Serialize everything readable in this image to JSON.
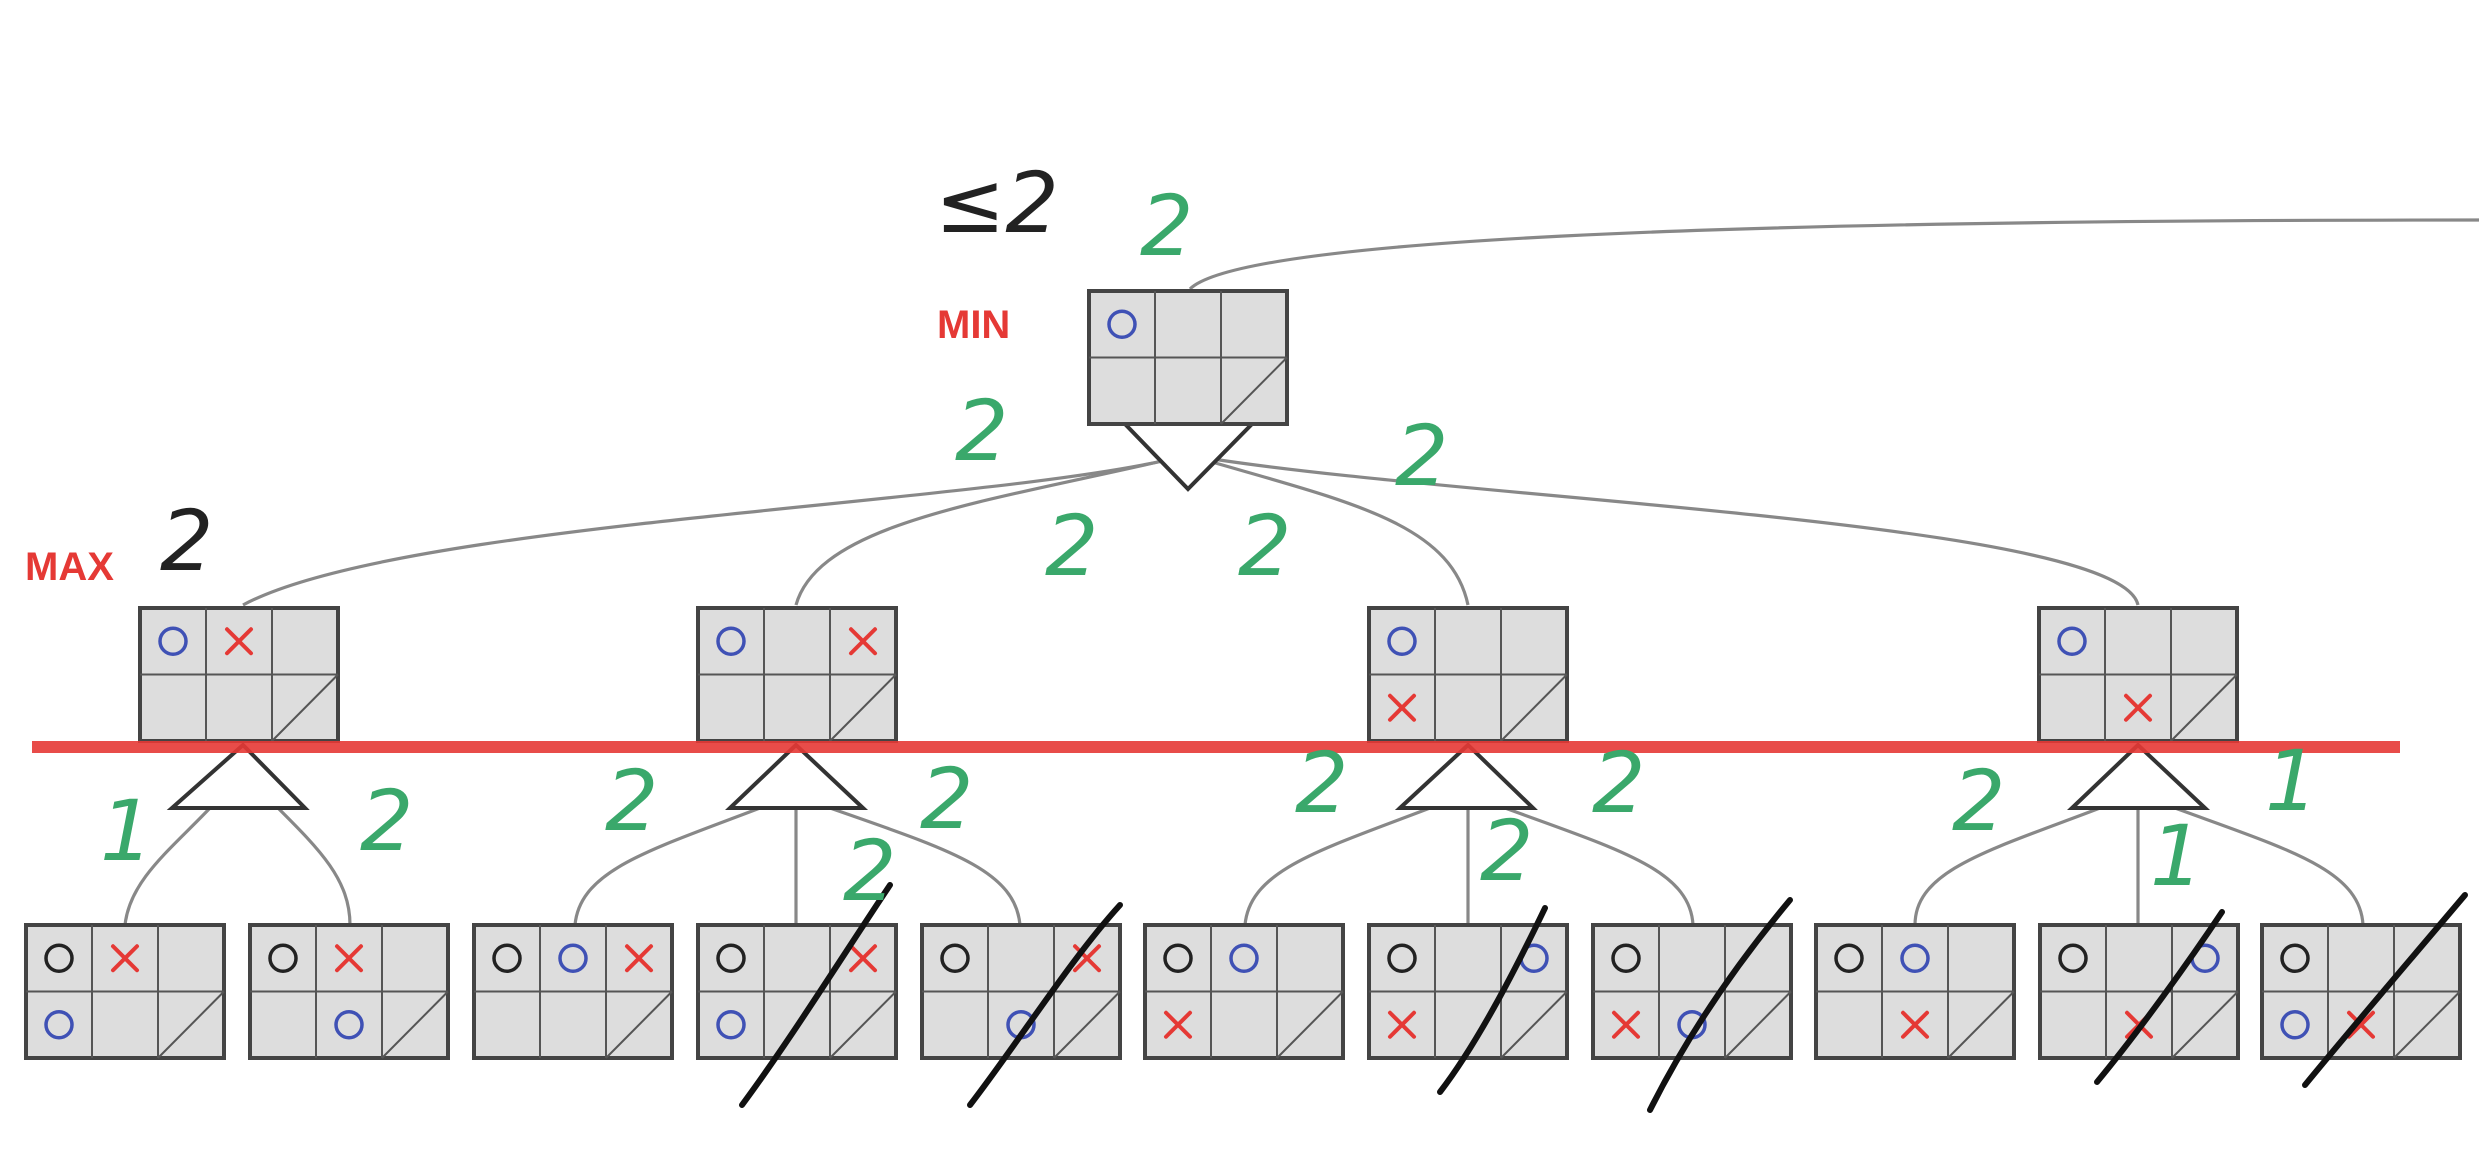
{
  "labels": {
    "min": "MIN",
    "max": "MAX",
    "root_bound": "≤2",
    "root_value": "2",
    "max_value": "2"
  },
  "edge_values": {
    "root_to_c1": "2",
    "root_to_c2": "2",
    "root_to_c3": "2",
    "root_to_c4": "2",
    "c1_to_l1": "1",
    "c1_to_l2": "2",
    "c2_to_l3": "2",
    "c2_to_l4": "2",
    "c2_to_l5": "2",
    "c3_to_l6": "2",
    "c3_to_l7": "2",
    "c3_to_l8": "2",
    "c4_to_l9": "2",
    "c4_to_l10": "1",
    "c4_to_l11": "1"
  },
  "colors": {
    "min_max_label": "#e53935",
    "edge_value": "#3aa86b",
    "o_root_player": "#3f51b5",
    "o_other": "#222222",
    "x_mark": "#e53935",
    "cut_line": "#e53935",
    "board_fill": "#dddddd"
  },
  "boards": {
    "root": [
      [
        "blue-o",
        "",
        ""
      ],
      [
        "",
        "",
        ""
      ]
    ],
    "level1": [
      [
        [
          "blue-o",
          "red-x",
          ""
        ],
        [
          "",
          "",
          ""
        ]
      ],
      [
        [
          "blue-o",
          "",
          "red-x"
        ],
        [
          "",
          "",
          ""
        ]
      ],
      [
        [
          "blue-o",
          "",
          ""
        ],
        [
          "red-x",
          "",
          ""
        ]
      ],
      [
        [
          "blue-o",
          "",
          ""
        ],
        [
          "",
          "red-x",
          ""
        ]
      ]
    ],
    "level2": [
      [
        [
          "black-o",
          "red-x",
          ""
        ],
        [
          "blue-o",
          "",
          ""
        ]
      ],
      [
        [
          "black-o",
          "red-x",
          ""
        ],
        [
          "",
          "blue-o",
          ""
        ]
      ],
      [
        [
          "black-o",
          "blue-o",
          "red-x"
        ],
        [
          "",
          "",
          ""
        ]
      ],
      [
        [
          "black-o",
          "",
          "red-x"
        ],
        [
          "blue-o",
          "",
          ""
        ]
      ],
      [
        [
          "black-o",
          "",
          "red-x"
        ],
        [
          "",
          "blue-o",
          ""
        ]
      ],
      [
        [
          "black-o",
          "blue-o",
          ""
        ],
        [
          "red-x",
          "",
          ""
        ]
      ],
      [
        [
          "black-o",
          "",
          "blue-o"
        ],
        [
          "red-x",
          "",
          ""
        ]
      ],
      [
        [
          "black-o",
          "",
          ""
        ],
        [
          "red-x",
          "blue-o",
          ""
        ]
      ],
      [
        [
          "black-o",
          "blue-o",
          ""
        ],
        [
          "",
          "red-x",
          ""
        ]
      ],
      [
        [
          "black-o",
          "",
          "blue-o"
        ],
        [
          "",
          "red-x",
          ""
        ]
      ],
      [
        [
          "black-o",
          "",
          ""
        ],
        [
          "blue-o",
          "red-x",
          ""
        ]
      ]
    ]
  },
  "pruned_leaves": [
    4,
    5,
    7,
    8,
    10,
    11
  ],
  "icons": {
    "min_node": "triangle-down-icon",
    "max_node": "triangle-up-icon"
  }
}
